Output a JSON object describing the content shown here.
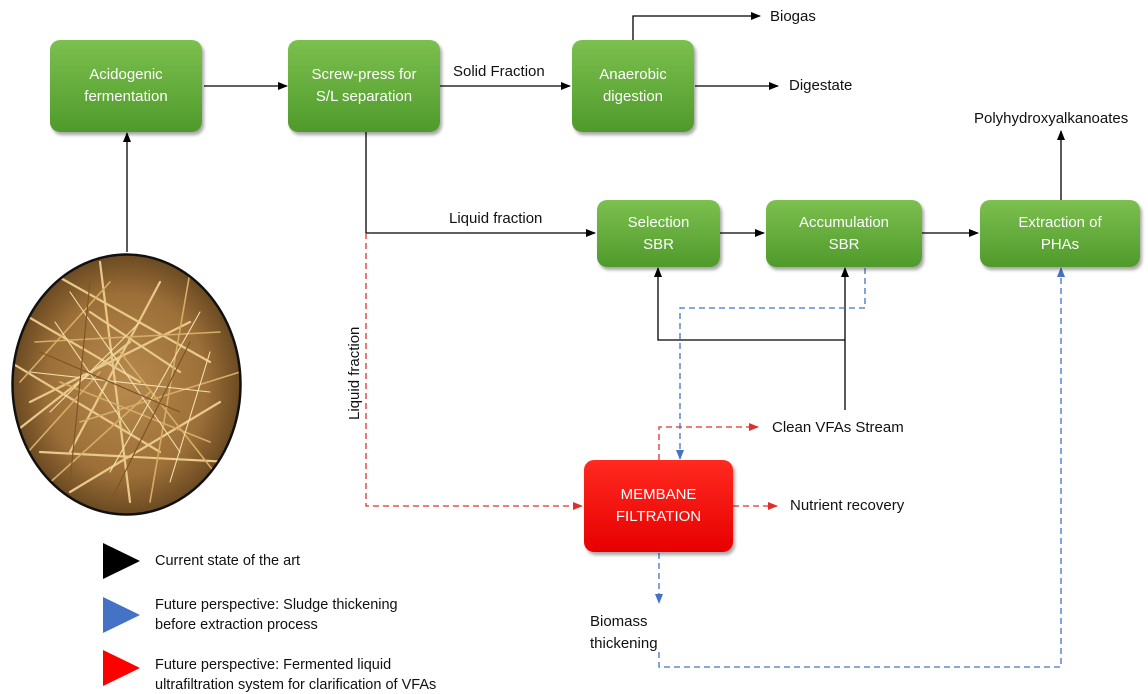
{
  "boxes": {
    "acidogenic": "Acidogenic\nfermentation",
    "screwpress": "Screw-press  for\nS/L separation",
    "anaerobic": "Anaerobic\ndigestion",
    "selection": "Selection\nSBR",
    "accumulation": "Accumulation\nSBR",
    "extraction": "Extraction of\nPHAs",
    "membrane": "MEMBANE\nFILTRATION"
  },
  "labels": {
    "solid_fraction": "Solid Fraction",
    "liquid_fraction_h": "Liquid fraction",
    "liquid_fraction_v": "Liquid fraction",
    "biogas": "Biogas",
    "digestate": "Digestate",
    "pha": "Polyhydroxyalkanoates",
    "clean_vfas": "Clean VFAs Stream",
    "nutrient": "Nutrient recovery",
    "biomass": "Biomass\nthickening"
  },
  "legend": [
    {
      "text": "Current state of the art",
      "color": "#000000"
    },
    {
      "text": "Future perspective: Sludge thickening\nbefore extraction process",
      "color": "#4472c4"
    },
    {
      "text": "Future perspective: Fermented liquid\nultrafiltration system for clarification of VFAs",
      "color": "#ff0000"
    }
  ],
  "colors": {
    "green_box": "#5fa936",
    "red_box": "#ff0000",
    "black_flow": "#000000",
    "blue_flow": "#4472c4",
    "red_flow": "#e0302a"
  }
}
